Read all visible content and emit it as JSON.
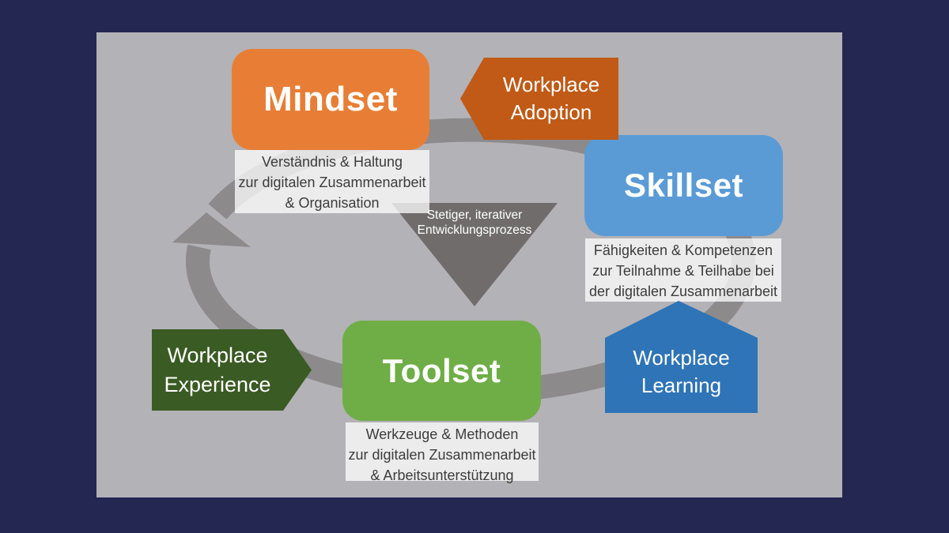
{
  "colors": {
    "background": "#242751",
    "panel": "#B3B2B6",
    "ring": "#8C8A8B",
    "triangle": "#706C6C",
    "caption-bg": "rgba(255,255,255,0.75)",
    "caption-text": "#3C3C3C",
    "label-text": "#FFFFFF",
    "mindset": "#E87E35",
    "adoption": "#C05A16",
    "skillset": "#5B9BD5",
    "learning": "#2E74B6",
    "toolset": "#6FAD47",
    "experience": "#3A5B23"
  },
  "nodes": {
    "mindset": {
      "label": "Mindset",
      "caption": [
        "Verständnis & Haltung",
        "zur digitalen Zusammenarbeit",
        "& Organisation"
      ]
    },
    "skillset": {
      "label": "Skillset",
      "caption": [
        "Fähigkeiten & Kompetenzen",
        "zur Teilnahme & Teilhabe bei",
        "der digitalen Zusammenarbeit"
      ]
    },
    "toolset": {
      "label": "Toolset",
      "caption": [
        "Werkzeuge & Methoden",
        "zur digitalen Zusammenarbeit",
        "& Arbeitsunterstützung"
      ]
    }
  },
  "connectors": {
    "adoption": {
      "line1": "Workplace",
      "line2": "Adoption"
    },
    "learning": {
      "line1": "Workplace",
      "line2": "Learning"
    },
    "experience": {
      "line1": "Workplace",
      "line2": "Experience"
    }
  },
  "center": {
    "line1": "Stetiger, iterativer",
    "line2": "Entwicklungsprozess"
  }
}
